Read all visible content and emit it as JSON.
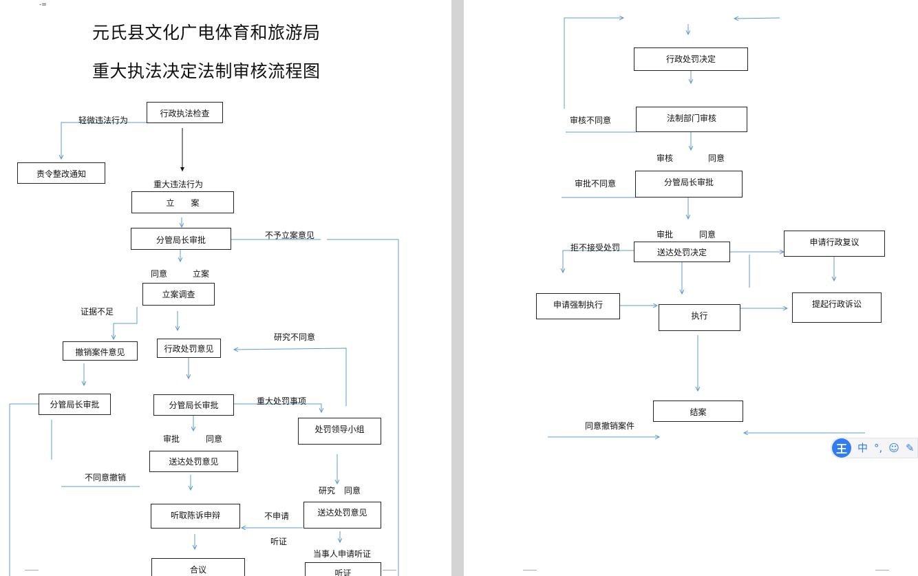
{
  "doc": {
    "title_line1": "元氏县文化广电体育和旅游局",
    "title_line2": "重大执法决定法制审核流程图",
    "top_mark": "-="
  },
  "left": {
    "boxes": {
      "inspect": "行政执法检查",
      "rectify": "责令整改通知",
      "filing": "立　　案",
      "approve1": "分管局长审批",
      "investigate": "立案调查",
      "revoke_opinion": "撤销案件意见",
      "penalty_opinion": "行政处罚意见",
      "approve_revoke": "分管局长审批",
      "approve2": "分管局长审批",
      "penalty_group": "处罚领导小组",
      "deliver_opinion": "送达处罚意见",
      "deliver_opinion2": "送达处罚意见",
      "hear_defense": "听取陈诉申辩",
      "discuss": "合议",
      "hearing": "听证"
    },
    "labels": {
      "minor": "轻微违法行为",
      "major": "重大违法行为",
      "no_filing": "不予立案意见",
      "agree": "同意",
      "file": "立案",
      "insufficient": "证据不足",
      "research_disagree": "研究不同意",
      "major_penalty": "重大处罚事项",
      "approve": "审批",
      "agree2": "同意",
      "disagree_revoke": "不同意撤销",
      "research": "研究",
      "agree3": "同意",
      "no_apply": "不申请",
      "hearing_label": "听证",
      "party_apply": "当事人申请听证"
    }
  },
  "right": {
    "boxes": {
      "decision": "行政处罚决定",
      "legal_review": "法制部门审核",
      "approve": "分管局长审批",
      "deliver_decision": "送达处罚决定",
      "apply_review": "申请行政复议",
      "apply_enforce": "申请强制执行",
      "execute": "执行",
      "lawsuit": "提起行政诉讼",
      "close": "结案"
    },
    "labels": {
      "review_disagree": "审核不同意",
      "review": "审核",
      "agree": "同意",
      "approval_disagree": "审批不同意",
      "approval": "审批",
      "agree2": "同意",
      "refuse": "拒不接受处罚",
      "agree_revoke": "同意撤销案件"
    }
  },
  "ime": {
    "logo": "王",
    "mode": "中",
    "punct": "°,",
    "emoji": "☺",
    "pen": "✎"
  },
  "colors": {
    "connector": "#5b9bd5",
    "box_border": "#222222",
    "ime_accent": "#2f7cf6"
  }
}
